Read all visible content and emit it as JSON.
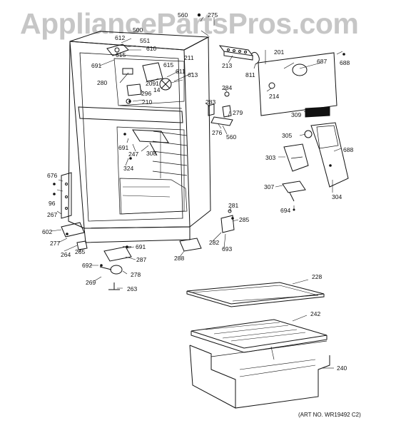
{
  "watermark": "AppliancePartsPros.com",
  "art_number": "(ART NO. WR19492 C2)",
  "callouts": {
    "p560a": "560",
    "p275": "275",
    "p500": "500",
    "p612": "612",
    "p551": "551",
    "p615a": "615",
    "p610": "610",
    "p691a": "691",
    "p201": "201",
    "p213": "213",
    "p211": "211",
    "p615b": "615",
    "p611": "611",
    "p613": "613",
    "p687": "687",
    "p688a": "688",
    "p811": "811",
    "p280": "280",
    "p2091": "2091",
    "p14": "14",
    "p296": "296",
    "p210": "210",
    "p284": "284",
    "p214": "214",
    "p283": "283",
    "p279": "279",
    "p276": "276",
    "p560b": "560",
    "p309": "309",
    "p691b": "691",
    "p247": "247",
    "p308": "308",
    "p324": "324",
    "p305": "305",
    "p688b": "688",
    "p303": "303",
    "p676": "676",
    "p96": "96",
    "p267": "267",
    "p307": "307",
    "p304": "304",
    "p281": "281",
    "p694": "694",
    "p285": "285",
    "p602": "602",
    "p277": "277",
    "p264": "264",
    "p265": "265",
    "p691c": "691",
    "p282": "282",
    "p693": "693",
    "p288": "288",
    "p287": "287",
    "p692": "692",
    "p278": "278",
    "p269": "269",
    "p263": "263",
    "p228": "228",
    "p242": "242",
    "p240": "240"
  }
}
